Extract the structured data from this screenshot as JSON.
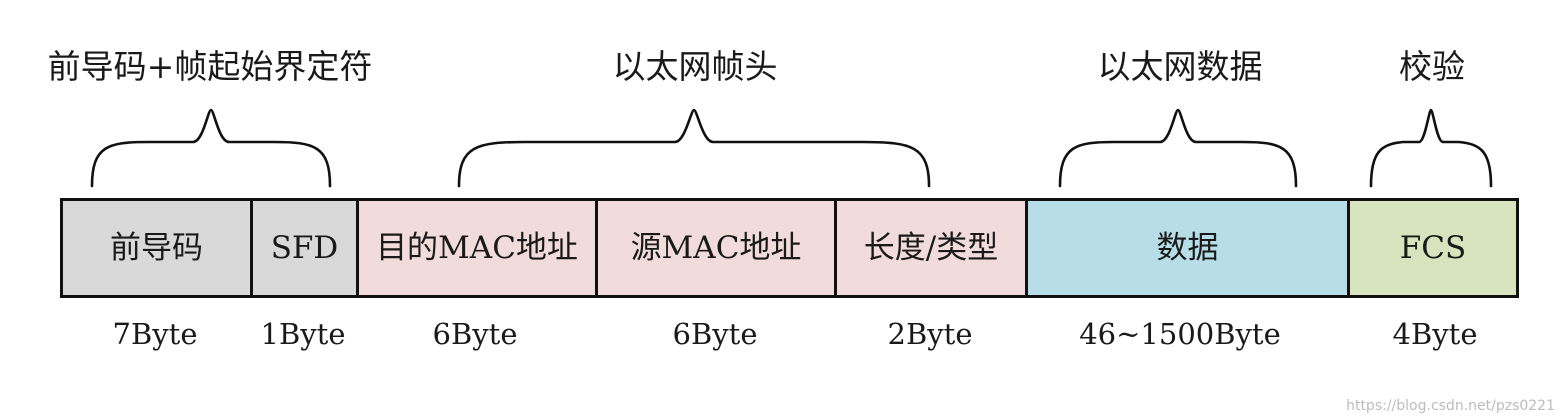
{
  "groups": [
    {
      "title": "前导码+帧起始界定符"
    },
    {
      "title": "以太网帧头"
    },
    {
      "title": "以太网数据"
    },
    {
      "title": "校验"
    }
  ],
  "fields": [
    {
      "label": "前导码",
      "size": "7Byte",
      "color": "#d9d9d9"
    },
    {
      "label": "SFD",
      "size": "1Byte",
      "color": "#d9d9d9"
    },
    {
      "label": "目的MAC地址",
      "size": "6Byte",
      "color": "#f2dcdb"
    },
    {
      "label": "源MAC地址",
      "size": "6Byte",
      "color": "#f2dcdb"
    },
    {
      "label": "长度/类型",
      "size": "2Byte",
      "color": "#f2dcdb"
    },
    {
      "label": "数据",
      "size": "46~1500Byte",
      "color": "#b7dde8"
    },
    {
      "label": "FCS",
      "size": "4Byte",
      "color": "#d7e4bd"
    }
  ],
  "watermark": "https://blog.csdn.net/pzs0221"
}
